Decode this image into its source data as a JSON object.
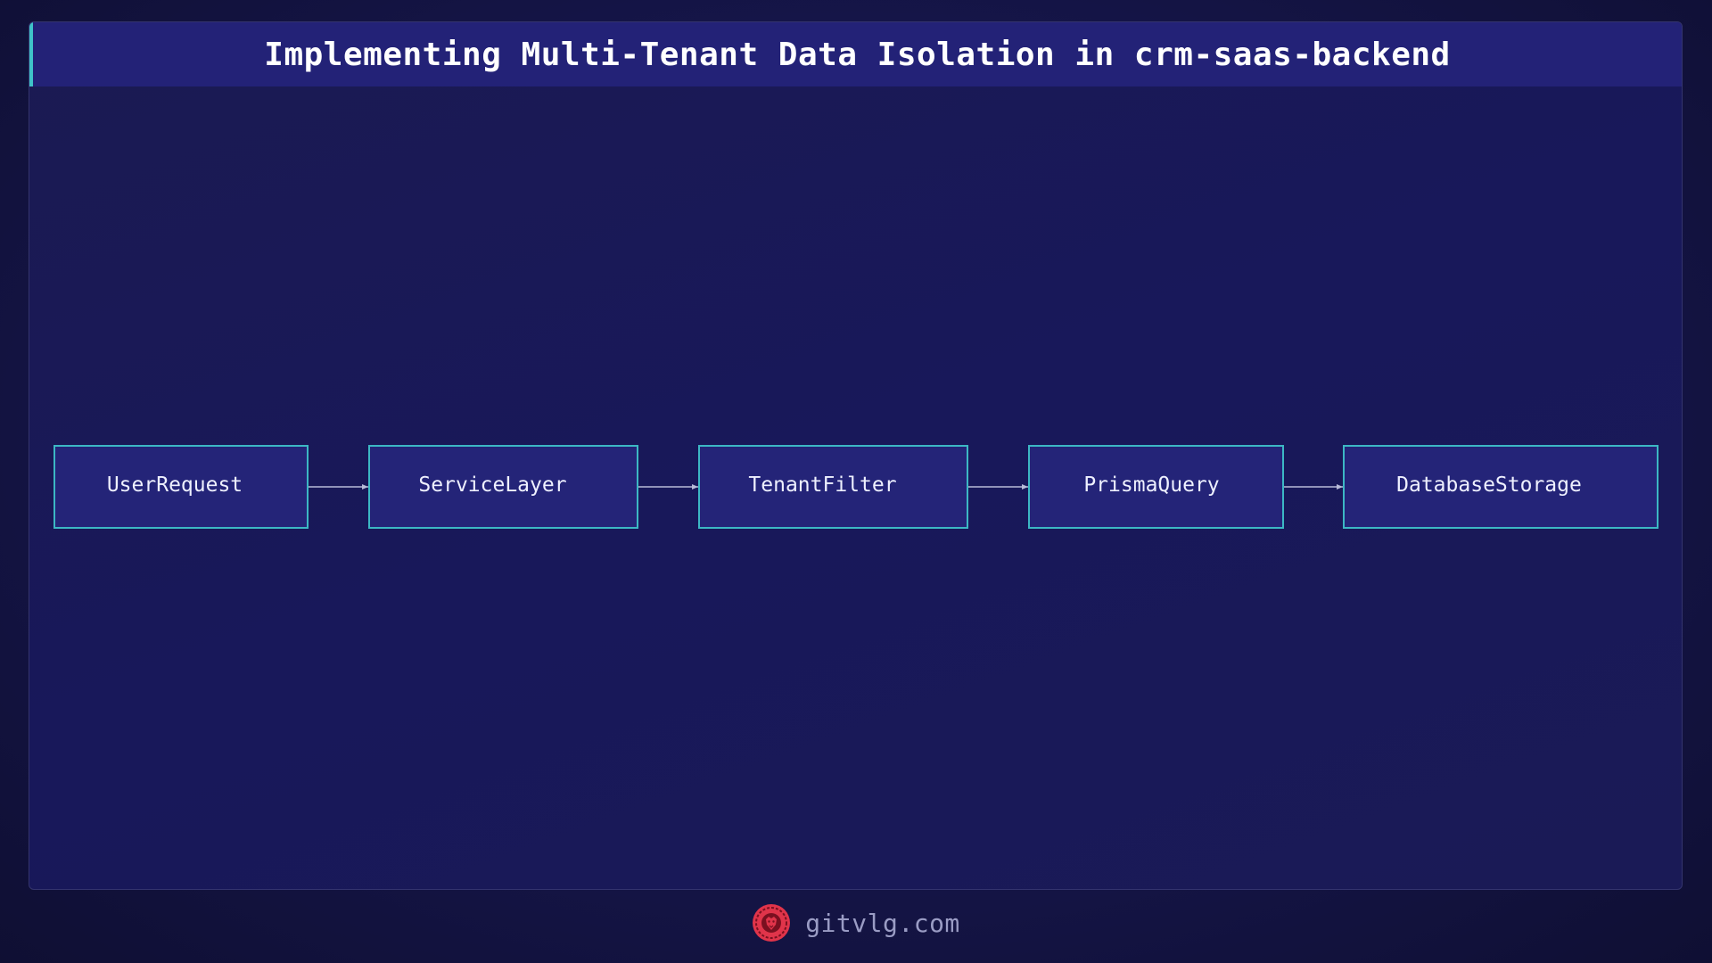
{
  "title": "Implementing Multi-Tenant Data Isolation in crm-saas-backend",
  "nodes": [
    {
      "id": "n1",
      "label": "UserRequest"
    },
    {
      "id": "n2",
      "label": "ServiceLayer"
    },
    {
      "id": "n3",
      "label": "TenantFilter"
    },
    {
      "id": "n4",
      "label": "PrismaQuery"
    },
    {
      "id": "n5",
      "label": "DatabaseStorage"
    }
  ],
  "edges": [
    {
      "from": "n1",
      "to": "n2"
    },
    {
      "from": "n2",
      "to": "n3"
    },
    {
      "from": "n3",
      "to": "n4"
    },
    {
      "from": "n4",
      "to": "n5"
    }
  ],
  "footer": {
    "text": "gitvlg.com",
    "logo_icon": "lion-logo-icon"
  },
  "colors": {
    "node_fill": "#242478",
    "node_border": "#3cb7c4",
    "edge": "#b8bbd8",
    "title_accent": "#3fc3c8",
    "logo": "#e0344a"
  }
}
